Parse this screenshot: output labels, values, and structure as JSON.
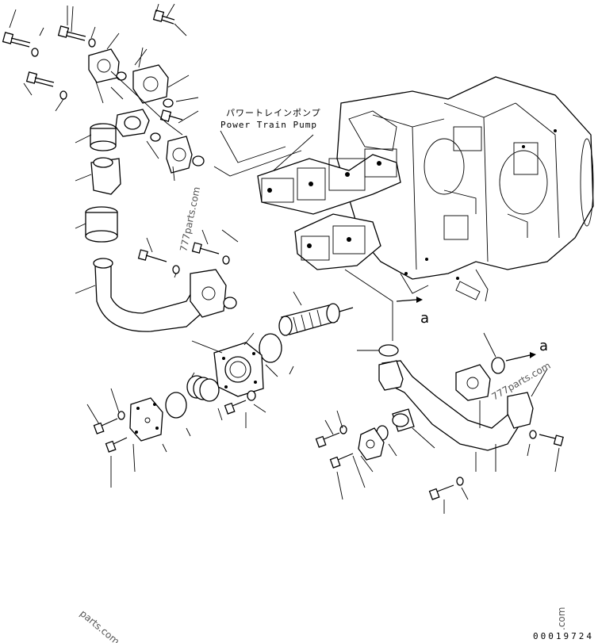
{
  "diagram": {
    "pump_label_jp": "パワートレインポンプ",
    "pump_label_en": "Power Train Pump",
    "ref_marker_upper": "a",
    "ref_marker_lower": "a",
    "drawing_code": "00019724",
    "watermarks": [
      "777parts.com",
      "777parts.com",
      "parts.com",
      ".com"
    ]
  }
}
